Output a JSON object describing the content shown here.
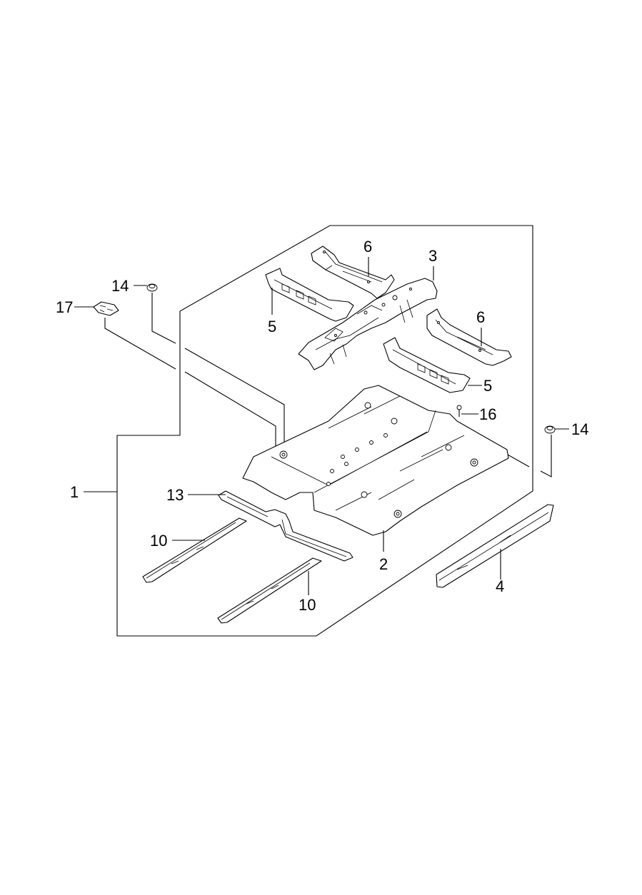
{
  "diagram": {
    "title": "Floor panel assembly exploded view",
    "callouts": [
      {
        "id": "1",
        "label": "1",
        "part": "floor-assembly-group"
      },
      {
        "id": "2",
        "label": "2",
        "part": "front-floor-panel"
      },
      {
        "id": "3",
        "label": "3",
        "part": "floor-tunnel-reinforcement"
      },
      {
        "id": "4",
        "label": "4",
        "part": "side-sill-inner-panel"
      },
      {
        "id": "5a",
        "label": "5",
        "part": "front-seat-cross-member-left"
      },
      {
        "id": "5b",
        "label": "5",
        "part": "front-seat-cross-member-right"
      },
      {
        "id": "6a",
        "label": "6",
        "part": "rear-seat-cross-member-left"
      },
      {
        "id": "6b",
        "label": "6",
        "part": "rear-seat-cross-member-right"
      },
      {
        "id": "10a",
        "label": "10",
        "part": "floor-side-member-left"
      },
      {
        "id": "10b",
        "label": "10",
        "part": "floor-side-member-right"
      },
      {
        "id": "13",
        "label": "13",
        "part": "floor-cross-member"
      },
      {
        "id": "14a",
        "label": "14",
        "part": "plug-left"
      },
      {
        "id": "14b",
        "label": "14",
        "part": "plug-right"
      },
      {
        "id": "16",
        "label": "16",
        "part": "bolt"
      },
      {
        "id": "17",
        "label": "17",
        "part": "floor-plug-pad"
      }
    ]
  }
}
